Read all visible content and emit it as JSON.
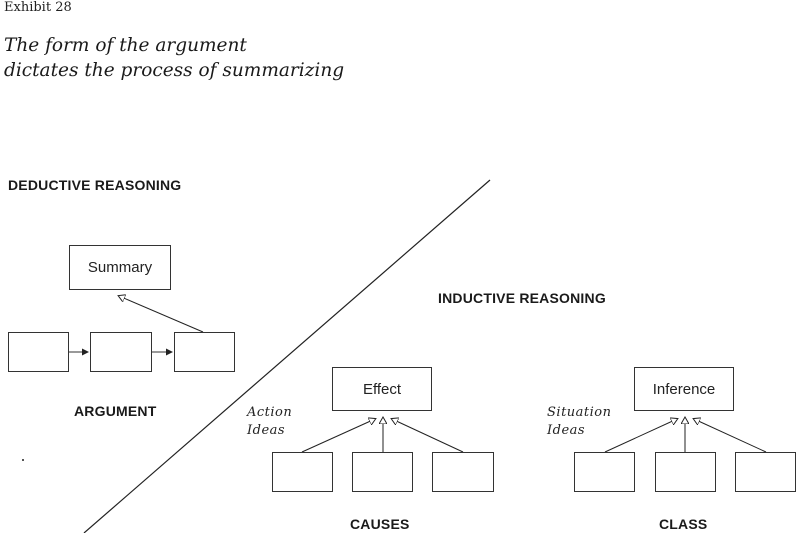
{
  "exhibit_label": "Exhibit 28",
  "title": "The form of the argument\ndictates the process of summarizing",
  "deductive": {
    "heading": "DEDUCTIVE REASONING",
    "top_box": "Summary",
    "chain_boxes": [
      "",
      "",
      ""
    ],
    "caption": "ARGUMENT"
  },
  "inductive": {
    "heading": "INDUCTIVE REASONING",
    "causes": {
      "top_box": "Effect",
      "side_label": "Action\nIdeas",
      "bottom_boxes": [
        "",
        "",
        ""
      ],
      "caption": "CAUSES"
    },
    "class": {
      "top_box": "Inference",
      "side_label": "Situation\nIdeas",
      "bottom_boxes": [
        "",
        "",
        ""
      ],
      "caption": "CLASS"
    }
  }
}
